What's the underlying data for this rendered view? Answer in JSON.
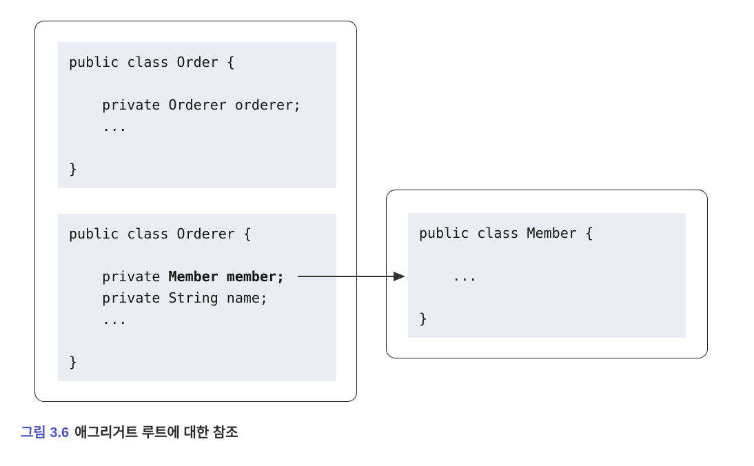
{
  "figure": {
    "caption": {
      "label": "그림 3.6",
      "text": "애그리거트 루트에 대한 참조"
    },
    "code": {
      "order": "public class Order {\n\n    private Orderer orderer;\n    ...\n\n}",
      "orderer": {
        "pre": "public class Orderer {\n\n    private ",
        "bold": "Member member;",
        "post": "\n    private String name;\n    ...\n\n}"
      },
      "member": "public class Member {\n\n    ...\n\n}"
    },
    "arrow": {
      "from": "Orderer.member field",
      "to": "Member class box"
    },
    "colors": {
      "code_background": "#ebecf4",
      "box_border": "#1f1f1f",
      "caption_accent": "#4c50c2",
      "code_text": "#161616",
      "arrow": "#333333"
    }
  }
}
